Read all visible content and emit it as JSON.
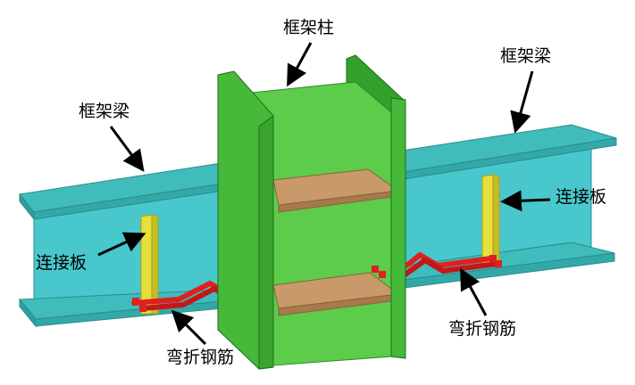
{
  "labels": {
    "column": "框架柱",
    "beam_left": "框架梁",
    "beam_right": "框架梁",
    "plate_left": "连接板",
    "plate_right": "连接板",
    "rebar_left": "弯折钢筋",
    "rebar_right": "弯折钢筋"
  },
  "colors": {
    "beam_flange_top": "#40bcbc",
    "beam_web": "#48c8cc",
    "column_front": "#46b83a",
    "column_side": "#34a02c",
    "column_inner": "#5ccc4a",
    "stiffener": "#c89a6a",
    "connecting_plate": "#e6e03a",
    "rebar": "#e02020"
  }
}
